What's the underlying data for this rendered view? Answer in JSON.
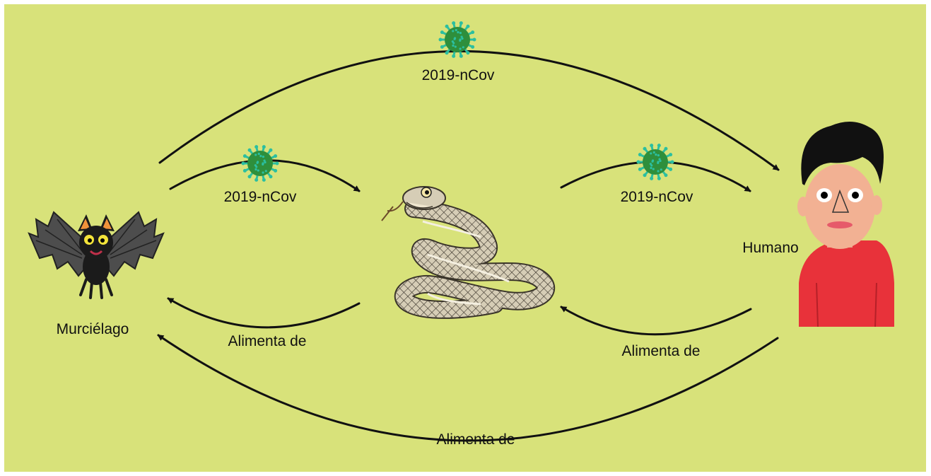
{
  "nodes": {
    "bat": {
      "label": "Murciélago"
    },
    "snake": {
      "label": ""
    },
    "human": {
      "label": "Humano"
    }
  },
  "edges": [
    {
      "from": "bat",
      "to": "human",
      "label": "2019-nCov",
      "virus": true
    },
    {
      "from": "bat",
      "to": "snake",
      "label": "2019-nCov",
      "virus": true
    },
    {
      "from": "snake",
      "to": "human",
      "label": "2019-nCov",
      "virus": true
    },
    {
      "from": "snake",
      "to": "bat",
      "label": "Alimenta de",
      "virus": false
    },
    {
      "from": "human",
      "to": "snake",
      "label": "Alimenta de",
      "virus": false
    },
    {
      "from": "human",
      "to": "bat",
      "label": "Alimenta de",
      "virus": false
    }
  ],
  "colors": {
    "background": "#d8e27a",
    "arrow": "#111111",
    "virus": "#2e8f3c",
    "virus_spikes": "#2bbfa0",
    "shirt": "#e8323a",
    "skin": "#f2b193",
    "hair": "#111111",
    "bat_wing": "#555555",
    "bat_body": "#1b1b1b",
    "bat_ear": "#f0923a",
    "snake_body": "#b8ae96"
  }
}
